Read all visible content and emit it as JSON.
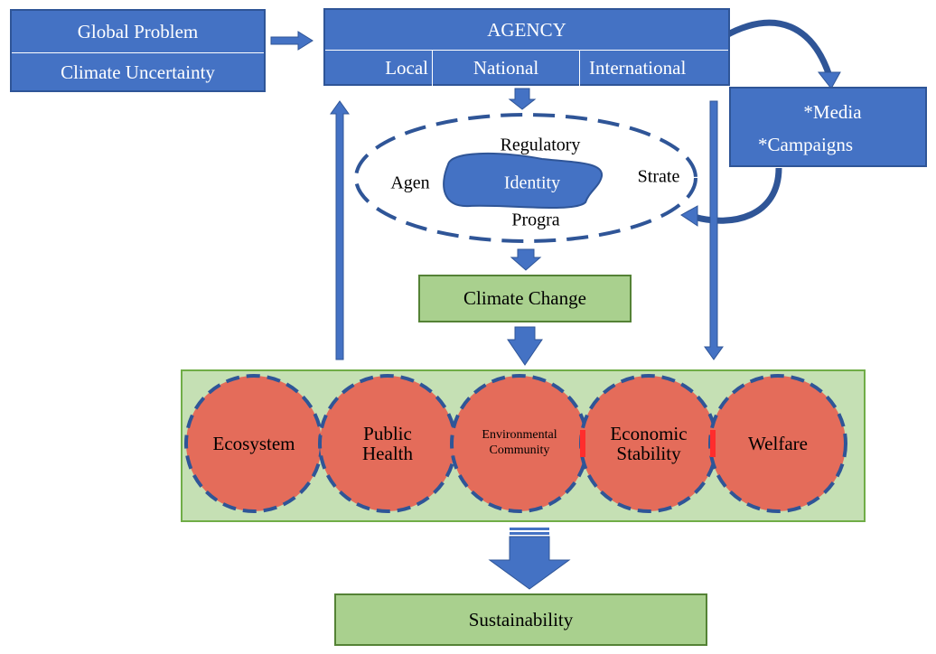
{
  "global_box": {
    "line1": "Global Problem",
    "line2": "Climate Uncertainty"
  },
  "agency_box": {
    "title": "AGENCY",
    "levels": [
      "Local",
      "National",
      "International"
    ]
  },
  "media_box": {
    "line1": "*Media",
    "line2": "*Campaigns"
  },
  "identity_ellipse": {
    "center": "Identity",
    "top": "Regulatory",
    "left": "Agen",
    "right": "Strate",
    "bottom": "Progra"
  },
  "climate_change": "Climate Change",
  "impact_circles": [
    {
      "lines": [
        "Ecosystem"
      ]
    },
    {
      "lines": [
        "Public",
        "Health"
      ]
    },
    {
      "lines": [
        "Environmental",
        "Community"
      ]
    },
    {
      "lines": [
        "Economic",
        "Stability"
      ]
    },
    {
      "lines": [
        "Welfare"
      ]
    }
  ],
  "sustainability": "Sustainability",
  "colors": {
    "blue_fill": "#4472c4",
    "blue_border": "#2f5597",
    "green_fill": "#a9d08e",
    "green_panel": "#c5e0b4",
    "circle_fill": "#e46c5a",
    "dash_blue": "#2f5597"
  }
}
